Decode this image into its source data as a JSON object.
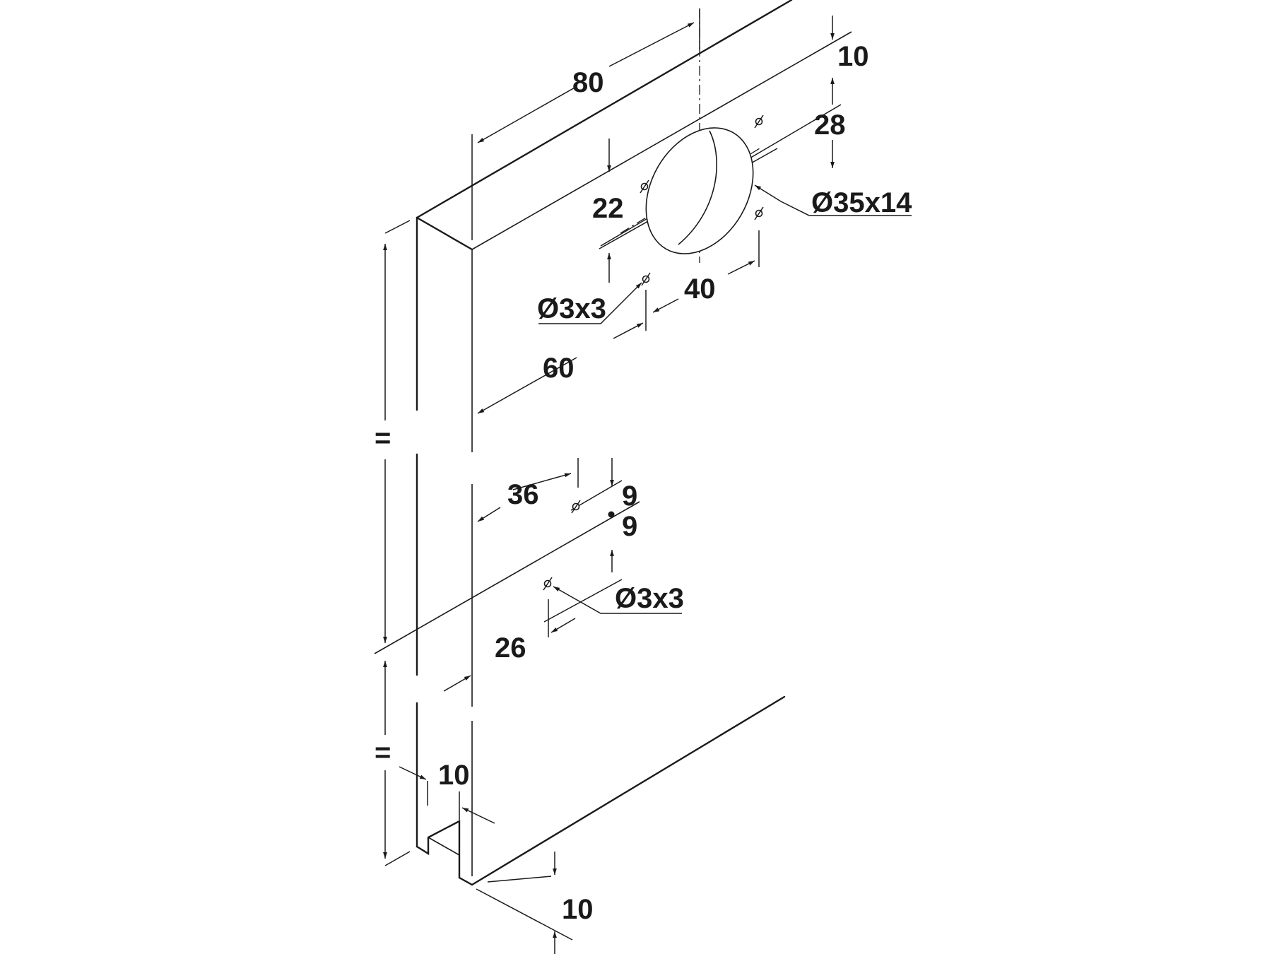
{
  "diagram": {
    "labels": {
      "width_80": "80",
      "offset_10_top": "10",
      "spacing_28": "28",
      "offset_22": "22",
      "cup_bore": "Ø35x14",
      "pilot_hole_upper": "Ø3x3",
      "spacing_40": "40",
      "edge_60": "60",
      "edge_36": "36",
      "offset_9_a": "9",
      "offset_9_b": "9",
      "pilot_hole_lower": "Ø3x3",
      "edge_26": "26",
      "equal_upper": "=",
      "equal_lower": "=",
      "notch_10_side": "10",
      "notch_10_bottom": "10"
    }
  }
}
